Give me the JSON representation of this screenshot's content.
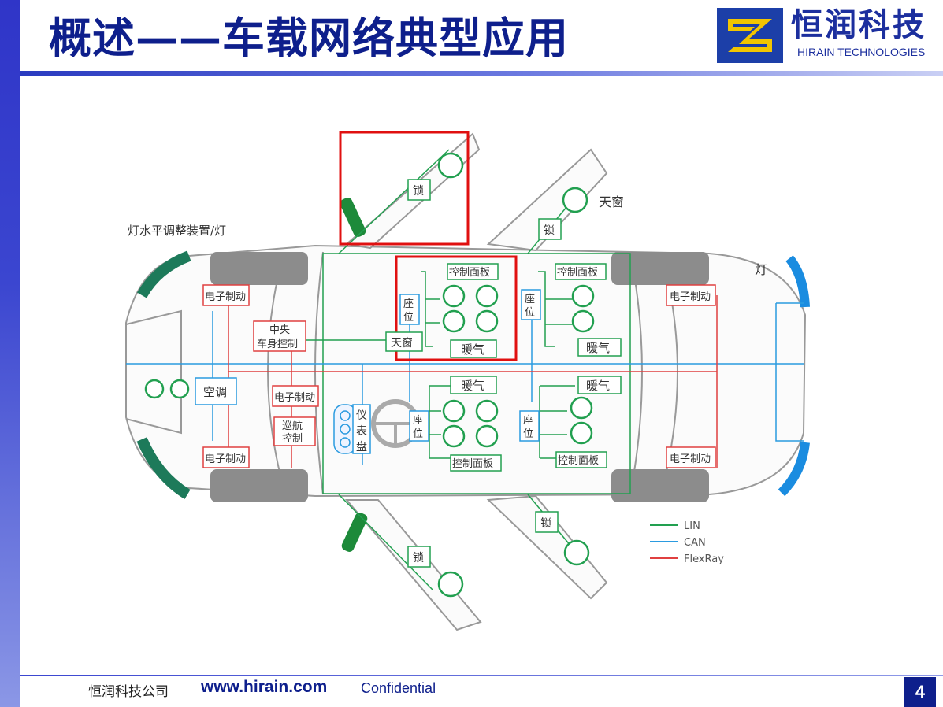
{
  "slide": {
    "title": "概述——车载网络典型应用",
    "page_number": "4"
  },
  "logo": {
    "name_cn": "恒润科技",
    "name_en": "HIRAIN TECHNOLOGIES",
    "icon": "hirain-logo-mark"
  },
  "footer": {
    "company": "恒润科技公司",
    "url": "www.hirain.com",
    "confidential": "Confidential"
  },
  "diagram": {
    "label_headlight_level": "灯水平调整装置/灯",
    "label_lamp": "灯",
    "label_sunroof": "天窗",
    "lock": "锁",
    "ebrake": "电子制动",
    "central_body": [
      "中央",
      "车身控制"
    ],
    "sunroof_box": "天窗",
    "ac": "空调",
    "cruise": [
      "巡航",
      "控制"
    ],
    "cluster": [
      "仪",
      "表",
      "盘"
    ],
    "seat": [
      "座",
      "位"
    ],
    "control_panel": "控制面板",
    "heating": "暖气"
  },
  "legend": [
    {
      "name": "LIN",
      "color": "#22a050"
    },
    {
      "name": "CAN",
      "color": "#2b9be0"
    },
    {
      "name": "FlexRay",
      "color": "#e04040"
    }
  ],
  "colors": {
    "lin": "#22a050",
    "can": "#2b9be0",
    "flexray": "#e04040",
    "highlight": "#e01010",
    "title": "#0e1f8c"
  }
}
